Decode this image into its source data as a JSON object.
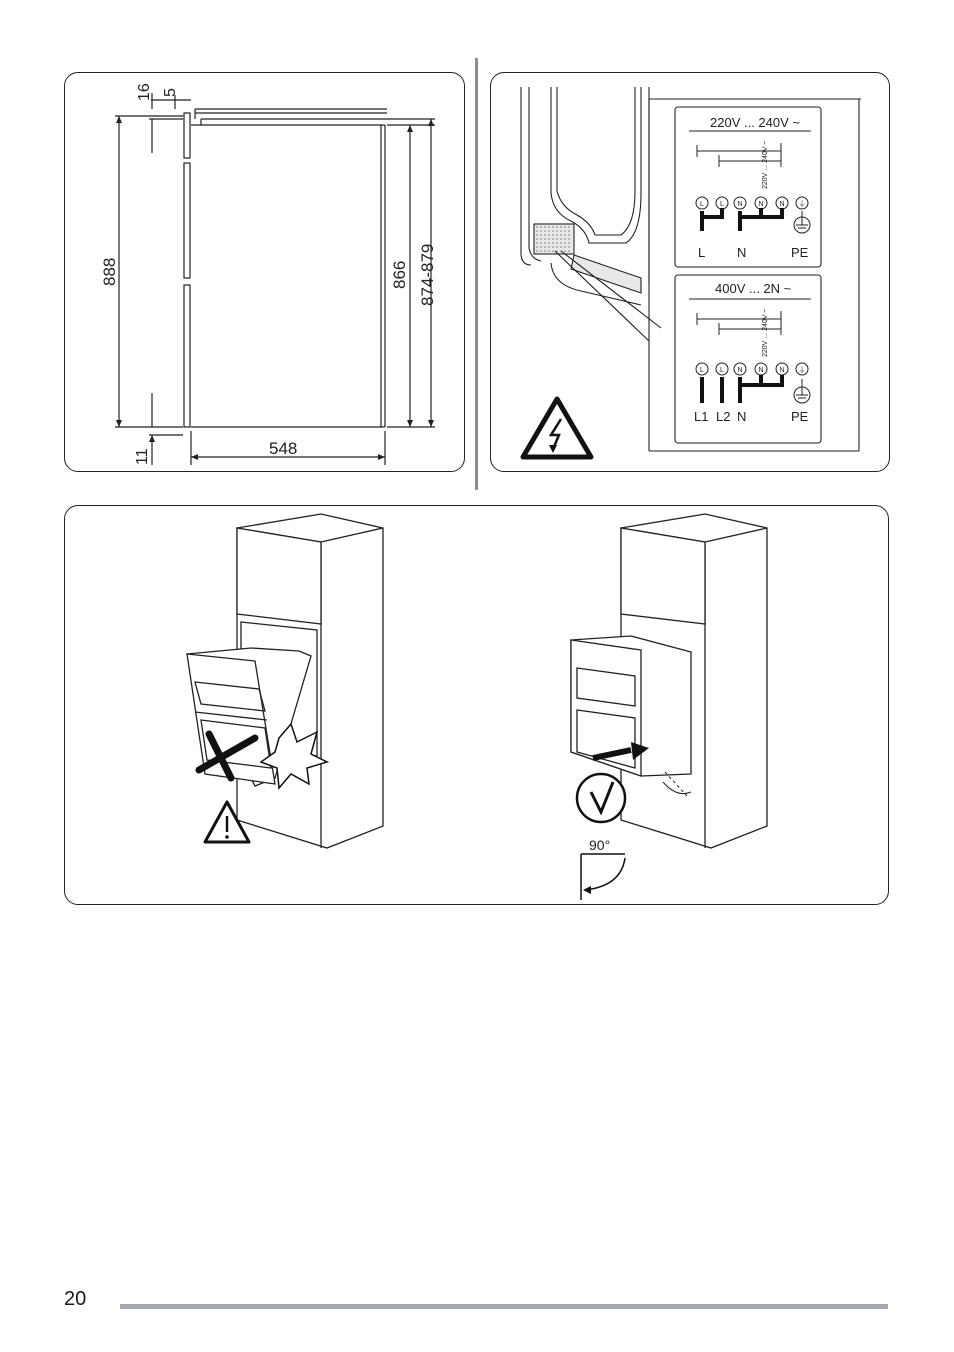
{
  "page": {
    "number": "20"
  },
  "dimensions_panel": {
    "labels": {
      "top_left": "16",
      "top_right": "5",
      "height_total": "888",
      "height_inner": "866",
      "height_range": "874-879",
      "bottom_offset": "11",
      "width": "548"
    }
  },
  "wiring_panel": {
    "diagram_1": {
      "voltage": "220V ... 240V ~",
      "small_label": "220V ... 240V ~",
      "terminals": [
        "L",
        "L",
        "N",
        "N",
        "N",
        "⏚"
      ],
      "bottom_labels": [
        "L",
        "N",
        "PE"
      ]
    },
    "diagram_2": {
      "voltage": "400V ... 2N ~",
      "small_label": "220V ... 240V ~",
      "terminals": [
        "L",
        "L",
        "N",
        "N",
        "N",
        "⏚"
      ],
      "bottom_labels": [
        "L1",
        "L2",
        "N",
        "PE"
      ]
    },
    "hazard_icon": "electric-hazard-icon"
  },
  "install_panel": {
    "wrong_icon": "warning-icon",
    "right_icon": "checkmark-icon",
    "angle_label": "90°"
  }
}
